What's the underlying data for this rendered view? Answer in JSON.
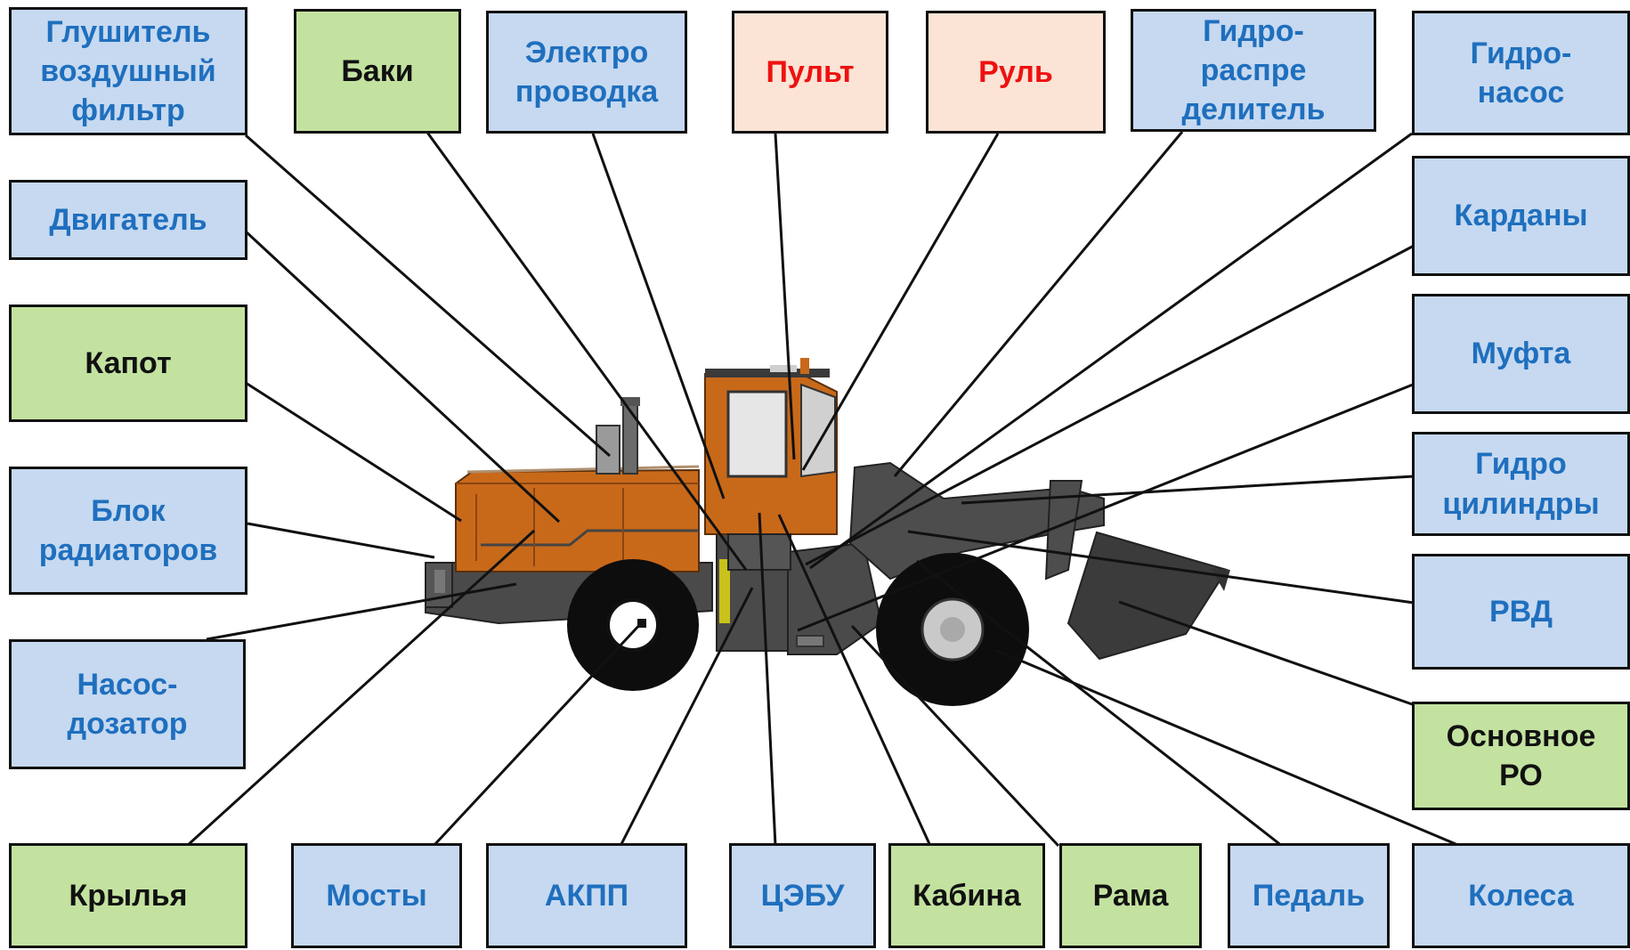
{
  "colors": {
    "blue_fill": "#c6d9f0",
    "blue_text": "#1f6fbe",
    "green_fill": "#c3e2a0",
    "green_text": "#111111",
    "peach_fill": "#fbe4d5",
    "peach_text": "#ee1111",
    "body_orange": "#c8691a",
    "frame_dark": "#4a4a4a",
    "tire_black": "#0d0d0d"
  },
  "labels": {
    "muffler_filter": "Глушитель\nвоздушный\nфильтр",
    "tanks": "Баки",
    "wiring": "Электро\nпроводка",
    "console": "Пульт",
    "steering": "Руль",
    "hydro_distributor": "Гидро-\nраспре\nделитель",
    "hydro_pump": "Гидро-\nнасос",
    "engine": "Двигатель",
    "cardans": "Карданы",
    "hood": "Капот",
    "clutch": "Муфта",
    "radiator_block": "Блок\nрадиаторов",
    "hydro_cylinders": "Гидро\nцилиндры",
    "rvd": "РВД",
    "dosing_pump": "Насос-\nдозатор",
    "main_wo": "Основное\nРО",
    "fenders": "Крылья",
    "axles": "Мосты",
    "akpp": "АКПП",
    "ecu": "ЦЭБУ",
    "cabin": "Кабина",
    "frame": "Рама",
    "pedal": "Педаль",
    "wheels": "Колеса"
  }
}
